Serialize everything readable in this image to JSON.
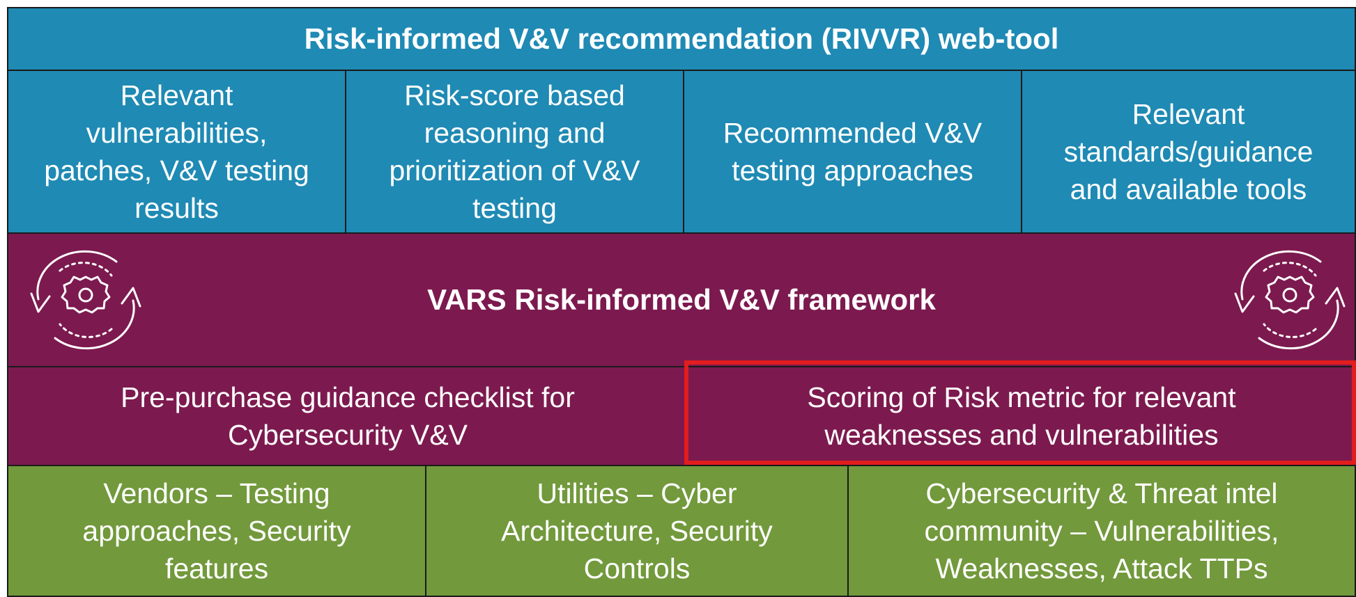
{
  "header": {
    "title": "Risk-informed V&V recommendation (RIVVR) web-tool"
  },
  "rivvr_outputs": [
    {
      "lines": [
        "Relevant",
        "vulnerabilities,",
        "patches, V&V testing",
        "results"
      ]
    },
    {
      "lines": [
        "Risk-score based",
        "reasoning and",
        "prioritization of V&V",
        "testing"
      ]
    },
    {
      "lines": [
        "Recommended V&V",
        "testing approaches"
      ]
    },
    {
      "lines": [
        "Relevant",
        "standards/guidance",
        "and available tools"
      ]
    }
  ],
  "framework": {
    "title": "VARS Risk-informed V&V framework",
    "icon_left": "cycle-gear-icon",
    "icon_right": "cycle-gear-icon"
  },
  "framework_components": [
    {
      "lines": [
        "Pre-purchase guidance checklist for",
        "Cybersecurity V&V"
      ]
    },
    {
      "lines": [
        "Scoring of Risk metric for relevant",
        "weaknesses and vulnerabilities"
      ]
    }
  ],
  "inputs": [
    {
      "lines": [
        "Vendors – Testing",
        "approaches, Security",
        "features"
      ]
    },
    {
      "lines": [
        "Utilities – Cyber",
        "Architecture, Security",
        "Controls"
      ]
    },
    {
      "lines": [
        "Cybersecurity & Threat intel",
        "community – Vulnerabilities,",
        "Weaknesses, Attack TTPs"
      ]
    }
  ],
  "colors": {
    "tool_layer": "#1f8ab4",
    "framework_layer": "#7c1a4f",
    "input_layer": "#72993c",
    "highlight": "#e11d1d"
  }
}
